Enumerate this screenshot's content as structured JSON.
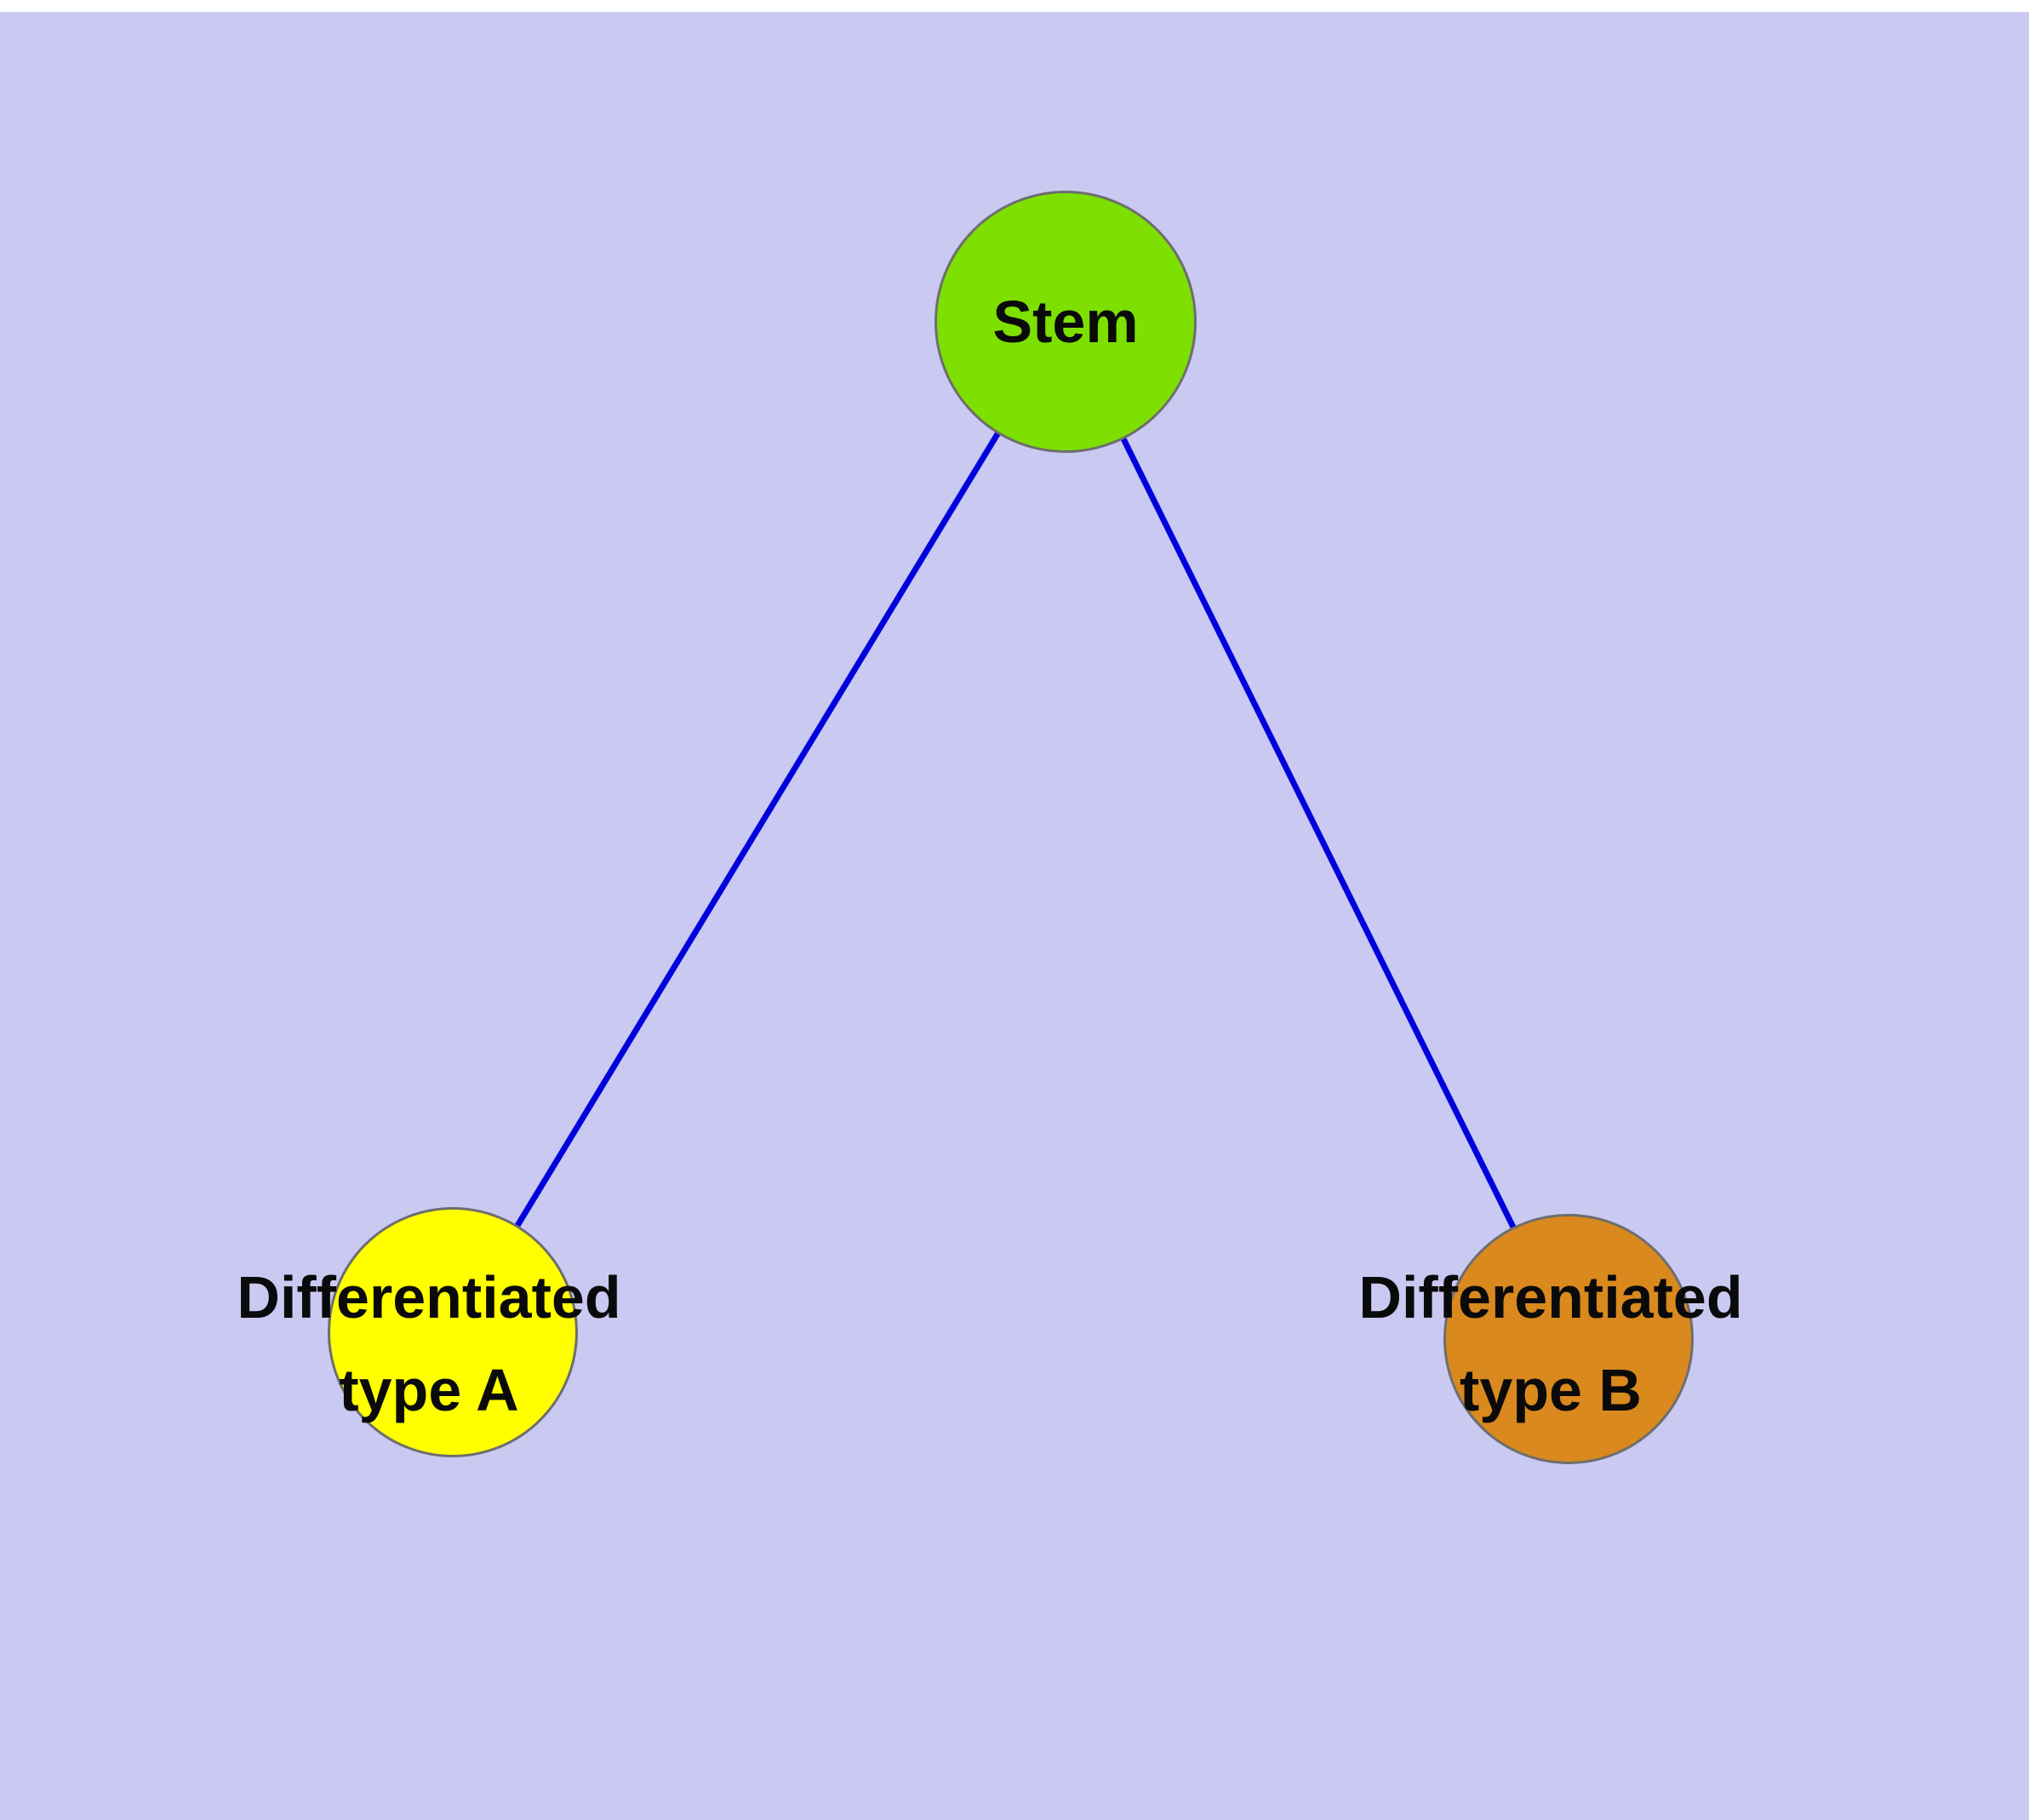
{
  "diagram": {
    "background_color": "#c9c9f2",
    "edge_color": "#0000dd",
    "node_border_color": "#6e6e6e",
    "nodes": {
      "stem": {
        "label": "Stem",
        "color": "#7de000"
      },
      "type_a": {
        "label_line1": "Differentiated",
        "label_line2": "type A",
        "color": "#ffff00"
      },
      "type_b": {
        "label_line1": "Differentiated",
        "label_line2": "type B",
        "color": "#d9891e"
      }
    },
    "edges": [
      {
        "from": "stem",
        "to": "type_a"
      },
      {
        "from": "stem",
        "to": "type_b"
      }
    ]
  }
}
